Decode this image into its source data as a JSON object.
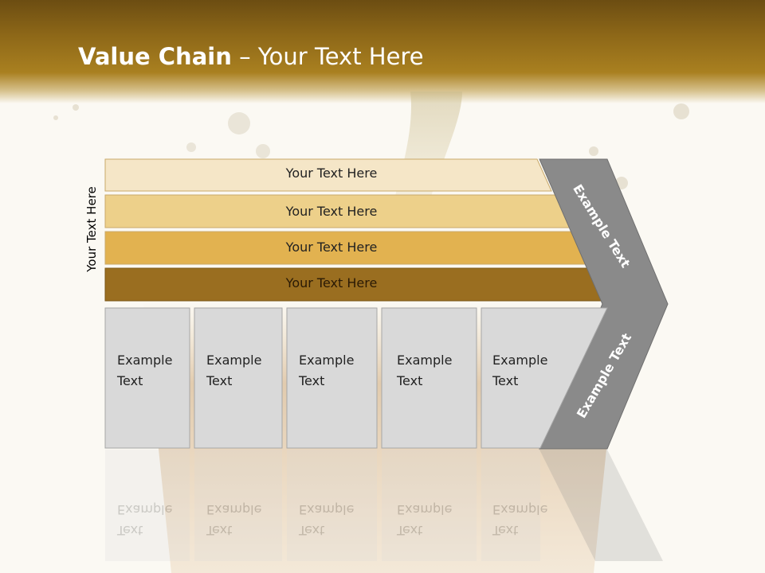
{
  "slide": {
    "title_bold": "Value Chain",
    "title_rest": " – Your Text Here",
    "vertical_label": "Your Text Here"
  },
  "bands": [
    {
      "label": "Your Text Here",
      "color": "#f5e6c7"
    },
    {
      "label": "Your Text Here",
      "color": "#edd08a"
    },
    {
      "label": "Your Text Here",
      "color": "#e2b250"
    },
    {
      "label": "Your Text Here",
      "color": "#9a6e20"
    }
  ],
  "boxes": [
    {
      "line1": "Example",
      "line2": "Text"
    },
    {
      "line1": "Example",
      "line2": "Text"
    },
    {
      "line1": "Example",
      "line2": "Text"
    },
    {
      "line1": "Example",
      "line2": "Text"
    },
    {
      "line1": "Example",
      "line2": "Text"
    }
  ],
  "arrow": {
    "upper_label": "Example Text",
    "lower_label": "Example Text",
    "color": "#8a8a8a"
  },
  "box_color": "#d9d9d9"
}
